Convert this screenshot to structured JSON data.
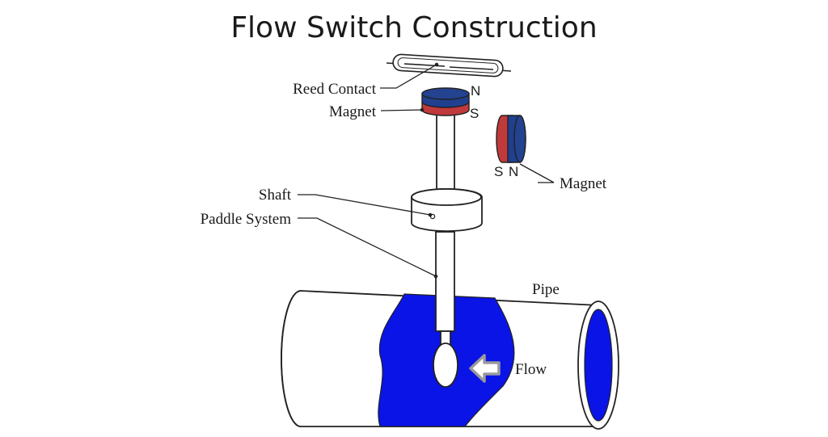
{
  "title": "Flow Switch Construction",
  "labels": {
    "reed_contact": "Reed Contact",
    "magnet_top": "Magnet",
    "magnet_side": "Magnet",
    "shaft": "Shaft",
    "paddle_system": "Paddle System",
    "pipe": "Pipe",
    "flow": "Flow"
  },
  "poles": {
    "top_north": "N",
    "top_south": "S",
    "side_south": "S",
    "side_north": "N"
  },
  "colors": {
    "water": "#0a14e6",
    "magnet_north": "#1f3f8f",
    "magnet_south": "#c0393b",
    "line": "#222222",
    "arrow": "#9a9a9a"
  },
  "icons": {
    "flow_direction": "left-arrow-icon"
  }
}
